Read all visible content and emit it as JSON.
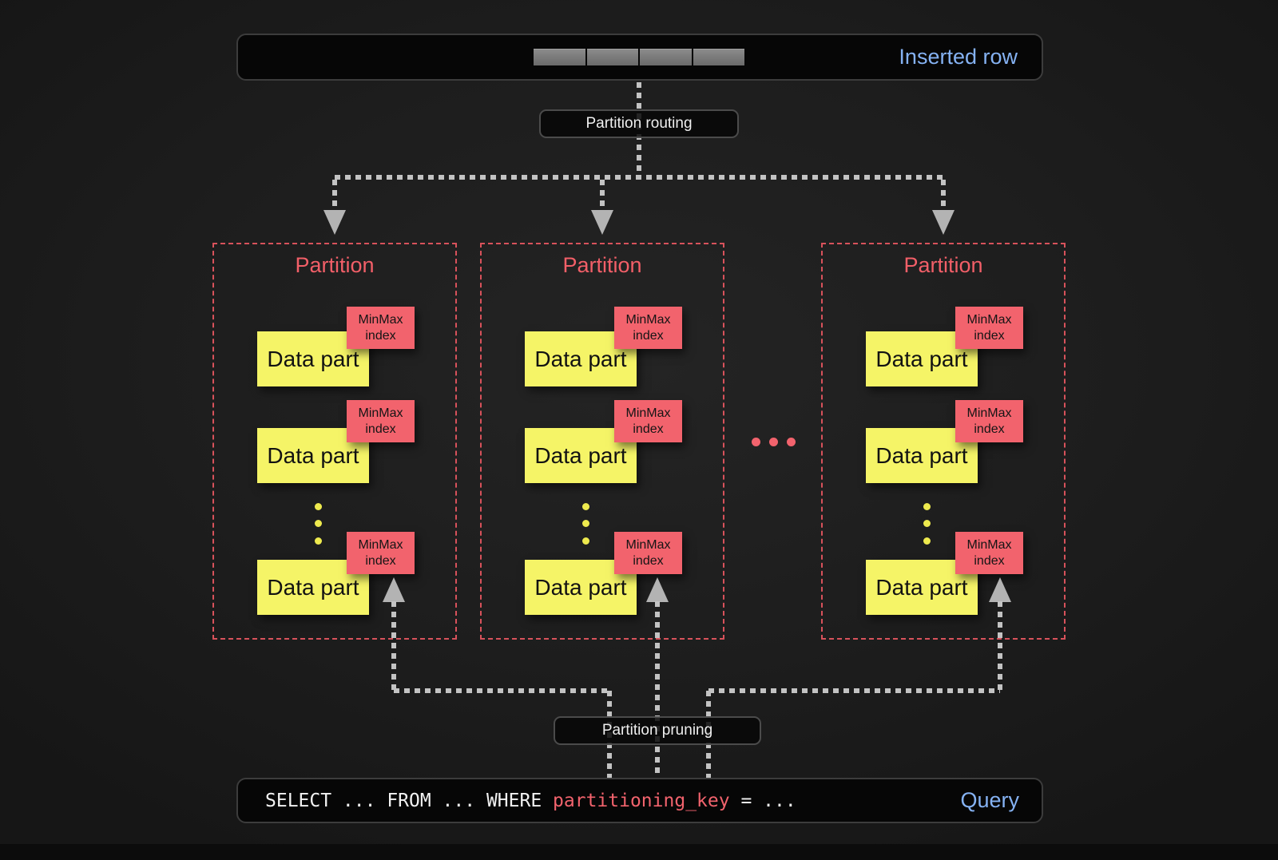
{
  "colors": {
    "background": "#1d1d1d",
    "accent_blue": "#85b2f3",
    "accent_red": "#f2636d",
    "partition_border_red": "#d8525b",
    "data_part_yellow": "#f5f467",
    "dash_gray": "#c3c3c3"
  },
  "inserted_row": {
    "label": "Inserted row",
    "segment_count": 4
  },
  "routing": {
    "label": "Partition routing"
  },
  "pruning": {
    "label": "Partition pruning"
  },
  "partitions": [
    {
      "title": "Partition",
      "parts": [
        {
          "label": "Data part",
          "index_label": "MinMax index"
        },
        {
          "label": "Data part",
          "index_label": "MinMax index"
        },
        {
          "label": "Data part",
          "index_label": "MinMax index"
        }
      ]
    },
    {
      "title": "Partition",
      "parts": [
        {
          "label": "Data part",
          "index_label": "MinMax index"
        },
        {
          "label": "Data part",
          "index_label": "MinMax index"
        },
        {
          "label": "Data part",
          "index_label": "MinMax index"
        }
      ]
    },
    {
      "title": "Partition",
      "parts": [
        {
          "label": "Data part",
          "index_label": "MinMax index"
        },
        {
          "label": "Data part",
          "index_label": "MinMax index"
        },
        {
          "label": "Data part",
          "index_label": "MinMax index"
        }
      ]
    }
  ],
  "query": {
    "code_prefix": "SELECT ... FROM ... WHERE ",
    "code_key": "partitioning_key",
    "code_suffix": " = ...",
    "label": "Query"
  }
}
